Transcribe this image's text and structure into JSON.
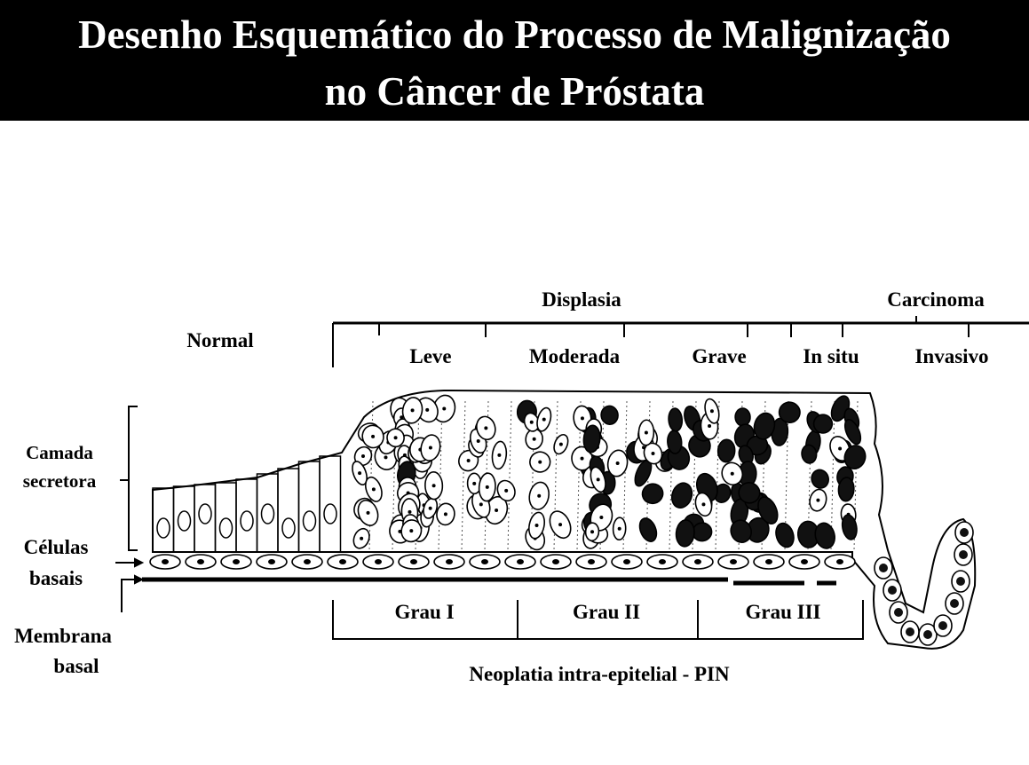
{
  "title": {
    "line1": "Desenho Esquemático do Processo de Malignização",
    "line2": "no Câncer de Próstata"
  },
  "stages": {
    "normal": "Normal",
    "displasia": "Displasia",
    "carcinoma": "Carcinoma",
    "leve": "Leve",
    "moderada": "Moderada",
    "grave": "Grave",
    "in_situ": "In  situ",
    "invasivo": "Invasivo"
  },
  "layers": {
    "camada_1": "Camada",
    "camada_2": "secretora",
    "basais_1": "Células",
    "basais_2": "basais",
    "membrana_1": "Membrana",
    "membrana_2": "basal"
  },
  "grades": {
    "grau1": "Grau I",
    "grau2": "Grau II",
    "grau3": "Grau III",
    "pin": "Neoplatia intra-epitelial - PIN"
  }
}
